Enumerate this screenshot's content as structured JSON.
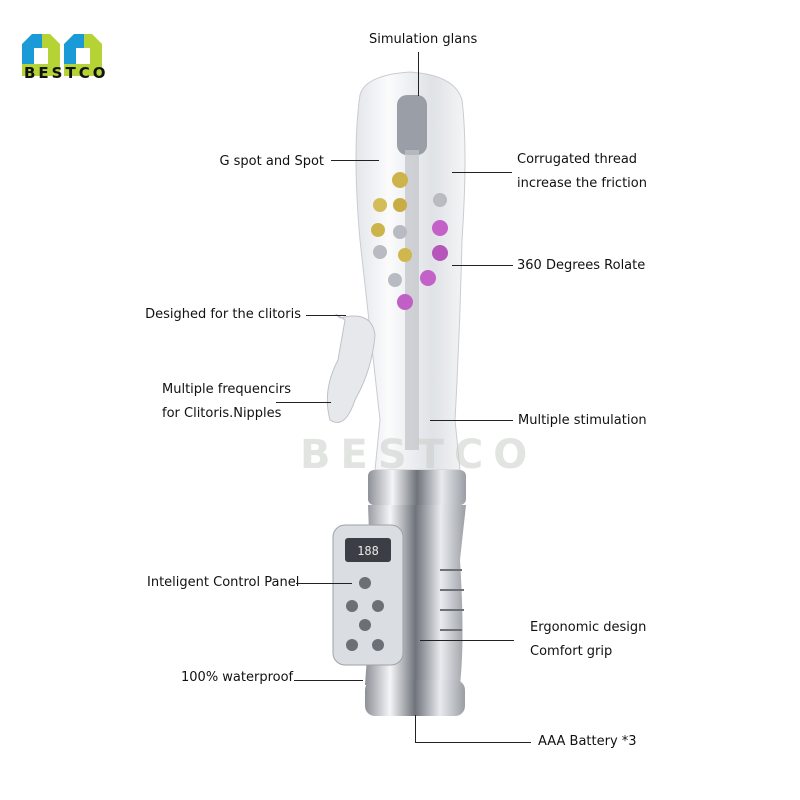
{
  "brand": {
    "name": "BESTCO",
    "colors": {
      "blue": "#1a9ad6",
      "green": "#b5d334"
    }
  },
  "watermark": "BESTCO",
  "display_readout": "188",
  "annotations": {
    "simulation_glans": "Simulation glans",
    "g_spot": "G spot and Spot",
    "corrugated_line1": "Corrugated thread",
    "corrugated_line2": "increase the friction",
    "rotate": "360 Degrees Rolate",
    "clitoris": "Desighed for the clitoris",
    "freq_line1": "Multiple frequencirs",
    "freq_line2": "for Clitoris.Nipples",
    "stimulation": "Multiple stimulation",
    "control_panel": "Inteligent Control Panel",
    "ergonomic_line1": "Ergonomic design",
    "ergonomic_line2": "Comfort grip",
    "waterproof": "100% waterproof",
    "battery": "AAA Battery *3"
  }
}
